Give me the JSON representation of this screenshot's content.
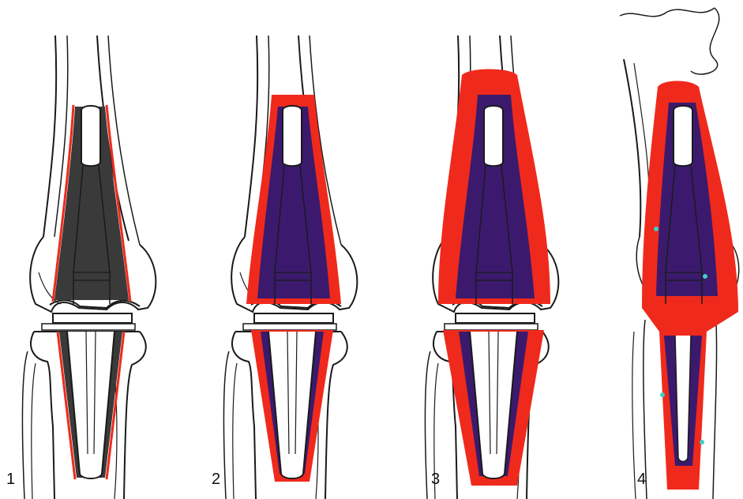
{
  "panels": [
    {
      "label": "1",
      "stage": 1
    },
    {
      "label": "2",
      "stage": 2
    },
    {
      "label": "3",
      "stage": 3
    },
    {
      "label": "4",
      "stage": 4
    }
  ],
  "colors": {
    "outline": "#1a1a1a",
    "loosening_zone": "#ef2a1c",
    "cement_layer_dark": "#3a3a3a",
    "cement_layer_purple": "#3b1a6e",
    "implant": "#ffffff",
    "bone_fill": "#ffffff",
    "cyan_spots": "#3fd0c4"
  }
}
